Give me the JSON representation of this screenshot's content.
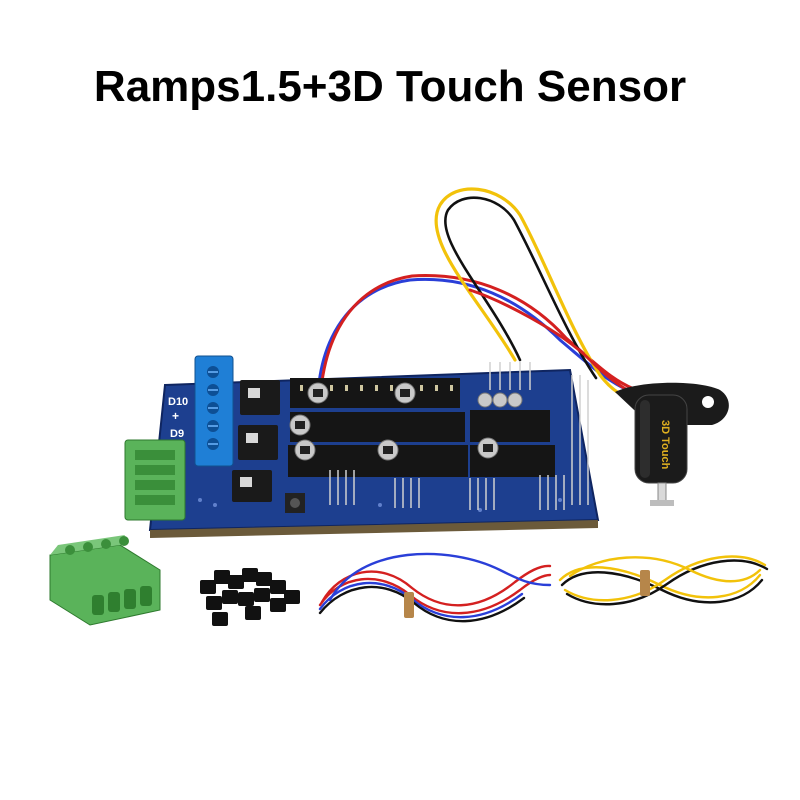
{
  "header": {
    "title": "Ramps1.5+3D Touch Sensor"
  },
  "board": {
    "labels": {
      "d10": "D10",
      "d9": "D9",
      "plus1": "+",
      "plus2": "+"
    },
    "pcb_color": "#1d3f8f",
    "terminal_blue": "#1f7fd6",
    "terminal_green": "#5ab35a"
  },
  "sensor": {
    "label": "3D Touch"
  },
  "colors": {
    "cable_red": "#d42020",
    "cable_blue": "#2a3fd8",
    "cable_yellow": "#f2c20a",
    "cable_black": "#111111",
    "heatsink_black": "#151515"
  }
}
